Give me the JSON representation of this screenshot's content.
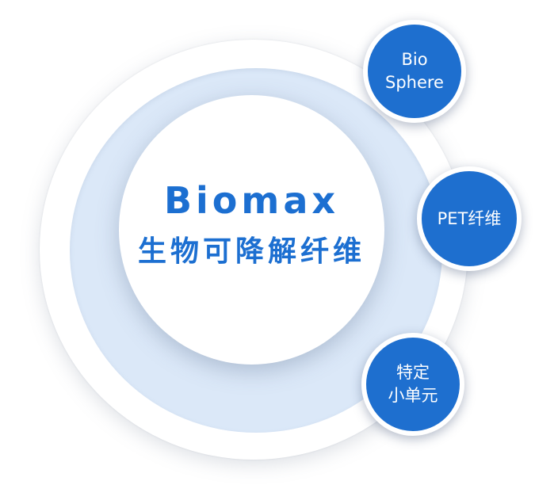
{
  "core": {
    "title": "Biomax",
    "subtitle": "生物可降解纤维"
  },
  "satellites": [
    {
      "label": "Bio\nSphere"
    },
    {
      "label": "PET纤维"
    },
    {
      "label": "特定\n小单元"
    }
  ],
  "colors": {
    "accent_blue": "#1e6fcf",
    "title_blue": "#1c6fd1",
    "ring_light_blue": "#dbe8f8",
    "background": "#ffffff"
  }
}
